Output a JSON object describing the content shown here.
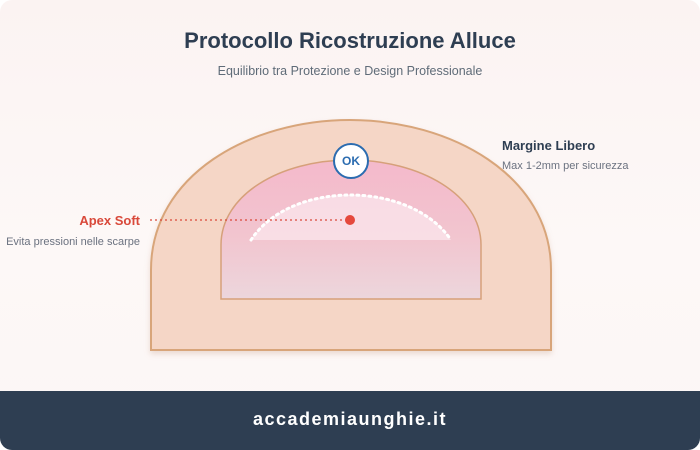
{
  "header": {
    "title": "Protocollo Ricostruzione Alluce",
    "subtitle": "Equilibrio tra Protezione e Design Professionale"
  },
  "labels": {
    "free_edge_title": "Margine Libero",
    "free_edge_note": "Max 1-2mm per sicurezza",
    "apex_title": "Apex Soft",
    "apex_note": "Evita pressioni nelle scarpe",
    "ok_badge": "OK"
  },
  "footer": {
    "site": "accademiaunghie.it"
  },
  "colors": {
    "toe_skin": "#f5d6c6",
    "toe_outline": "#d8a57a",
    "nail_pink": "#f4bfcf",
    "apex_marker": "#e5483c",
    "badge_border": "#2b6cb0",
    "footer_bg": "#2e3e52"
  }
}
